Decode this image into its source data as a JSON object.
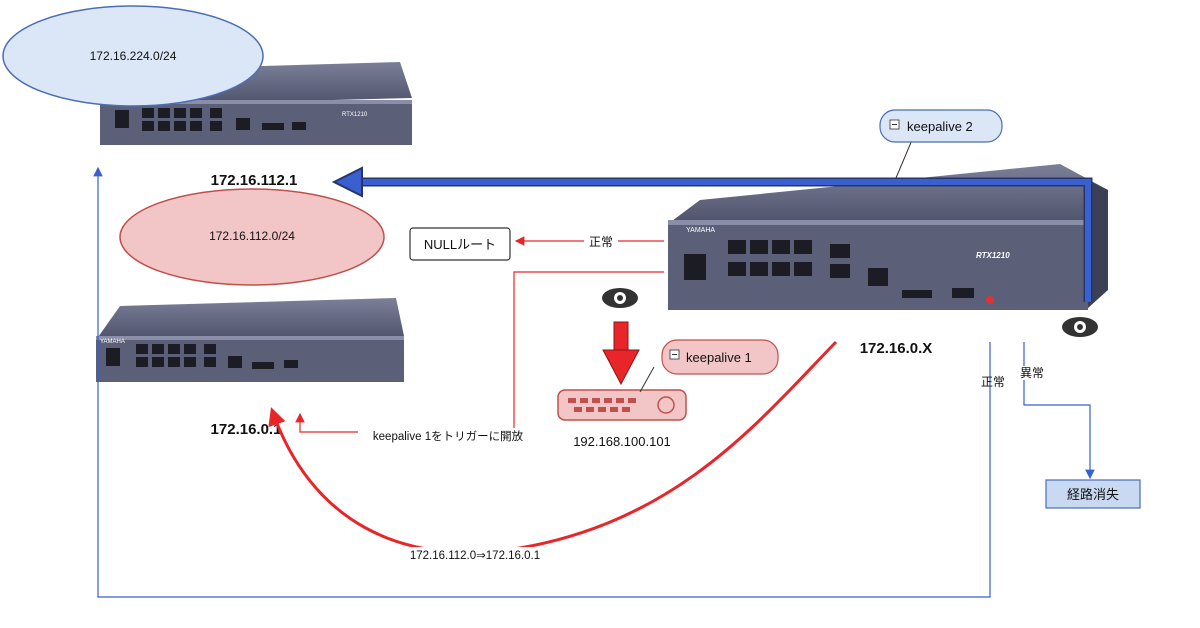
{
  "nodes": {
    "net_224": "172.16.224.0/24",
    "net_112": "172.16.112.0/24",
    "router_top_ip": "172.16.112.1",
    "router_bottom_ip": "172.16.0.1",
    "router_main_ip": "172.16.0.X",
    "null_route": "NULLルート",
    "keepalive2": "keepalive 2",
    "keepalive1": "keepalive 1",
    "monitored_host_ip": "192.168.100.101",
    "route_lost": "経路消失"
  },
  "labels": {
    "normal_null": "正常",
    "normal_right": "正常",
    "abnormal": "異常",
    "trigger_open": "keepalive 1をトリガーに開放",
    "route_arrow": "172.16.112.0⇒172.16.0.1"
  },
  "devices": {
    "brand": "YAMAHA",
    "model": "RTX1210"
  },
  "colors": {
    "blue_line": "#3a5fcf",
    "red_line": "#e8262a",
    "device_body": "#5b5f78",
    "net224_fill": "#dbe6f7",
    "net112_fill": "#f2c6c6"
  }
}
